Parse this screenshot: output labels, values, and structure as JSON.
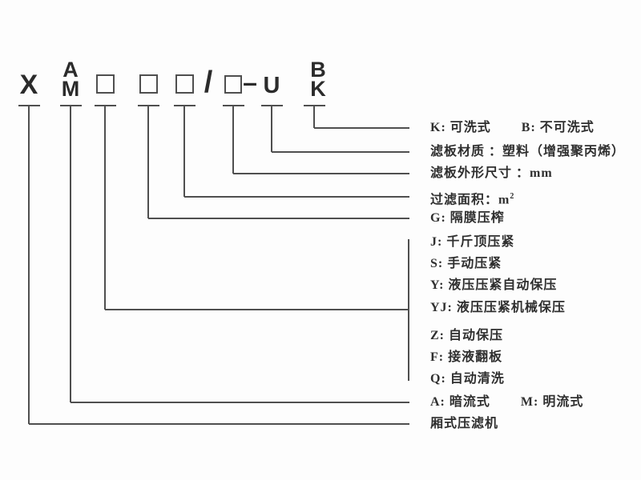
{
  "code": {
    "x": "X",
    "a": "A",
    "m": "M",
    "slash": "/",
    "dash": "–",
    "u": "U",
    "b": "B",
    "k": "K",
    "placeholder_boxes": 4
  },
  "legend": {
    "rows": [
      {
        "a": "K: 可洗式",
        "b": "B: 不可洗式"
      },
      {
        "a": "滤板材质 ：塑料（增强聚丙烯）"
      },
      {
        "a": "滤板外形尺寸 ：mm"
      },
      {
        "a": "过滤面积：m",
        "sup": "2"
      },
      {
        "a": "G: 隔膜压榨"
      },
      {
        "a": "J: 千斤顶压紧"
      },
      {
        "a": "S: 手动压紧"
      },
      {
        "a": "Y: 液压压紧自动保压"
      },
      {
        "a": "YJ: 液压压紧机械保压"
      },
      {
        "a": "Z: 自动保压"
      },
      {
        "a": "F: 接液翻板"
      },
      {
        "a": "Q: 自动清洗"
      },
      {
        "a": "A: 暗流式",
        "b": "M: 明流式"
      },
      {
        "a": "厢式压滤机"
      }
    ]
  },
  "colors": {
    "line": "#4f4f4f",
    "text": "#2f2f2f",
    "background": "#fdfdfd"
  }
}
